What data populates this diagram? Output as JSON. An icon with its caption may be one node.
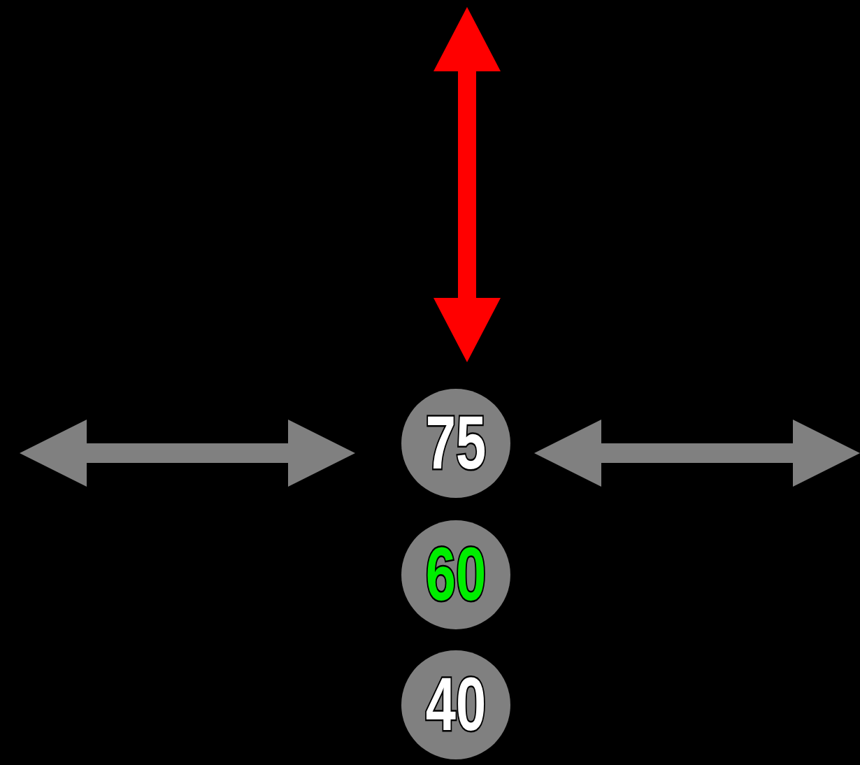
{
  "diagram": {
    "nodes": [
      {
        "text": [
          "75"
        ]
      },
      {
        "text": [
          "60"
        ]
      },
      {
        "text": [
          "40"
        ]
      }
    ]
  }
}
